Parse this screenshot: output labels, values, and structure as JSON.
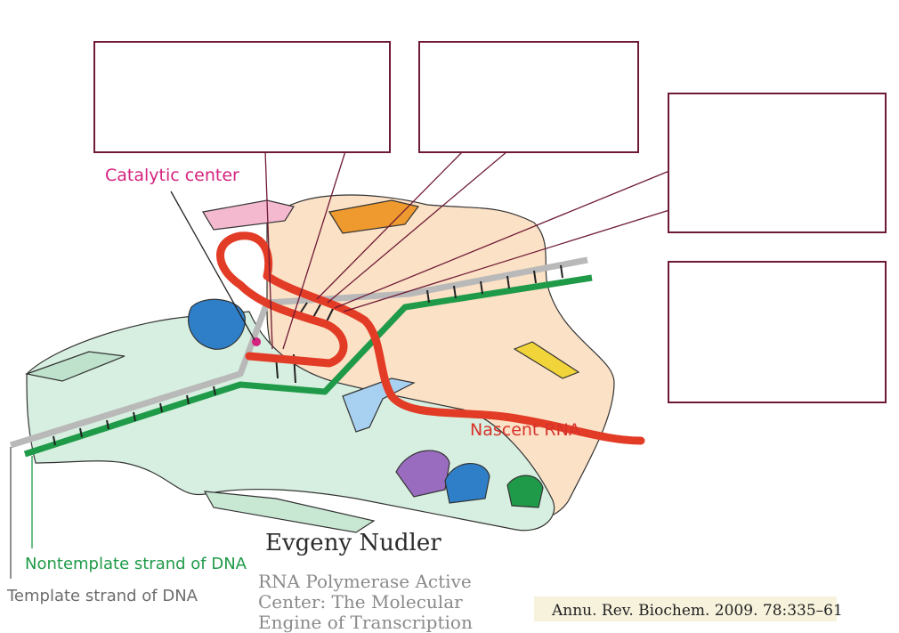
{
  "labels": {
    "catalytic_center": "Catalytic center",
    "nascent_rna": "Nascent RNA",
    "nontemplate_strand": "Nontemplate strand of DNA",
    "template_strand": "Template strand of DNA"
  },
  "caption": {
    "author": "Evgeny Nudler",
    "title": "RNA Polymerase Active Center: The Molecular Engine of Transcription",
    "citation": "Annu. Rev. Biochem. 2009. 78:335–61"
  },
  "colors": {
    "enzyme_peach": "#fbe1c6",
    "enzyme_mint": "#d7efe0",
    "rna_red": "#e23b26",
    "template_green": "#1f9a48",
    "nontemplate_gray": "#b9b9b9",
    "box_border": "#6e1a35",
    "pink_domain": "#f4b9cf",
    "orange_domain": "#ef9a2e",
    "blue_domain": "#2f7fc8",
    "yellow_domain": "#f1d43a",
    "purple_domain": "#9a6cc0",
    "green_domain": "#1f9a48"
  }
}
